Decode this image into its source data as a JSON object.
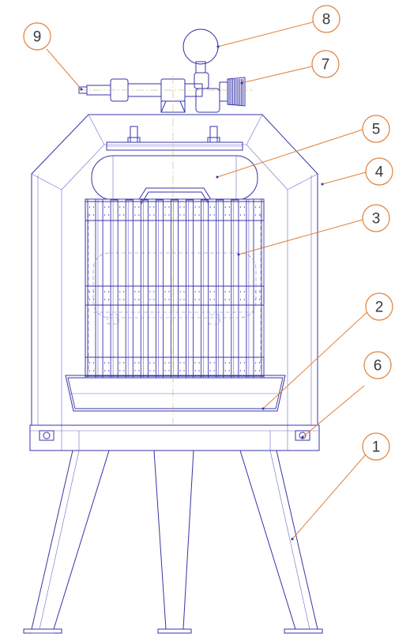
{
  "callouts": [
    {
      "id": "1",
      "label": "1"
    },
    {
      "id": "2",
      "label": "2"
    },
    {
      "id": "3",
      "label": "3"
    },
    {
      "id": "4",
      "label": "4"
    },
    {
      "id": "5",
      "label": "5"
    },
    {
      "id": "6",
      "label": "6"
    },
    {
      "id": "7",
      "label": "7"
    },
    {
      "id": "8",
      "label": "8"
    },
    {
      "id": "9",
      "label": "9"
    }
  ],
  "colors": {
    "line": "#3434a8",
    "leader": "#e0803a",
    "label_text": "#3a3a3a"
  }
}
